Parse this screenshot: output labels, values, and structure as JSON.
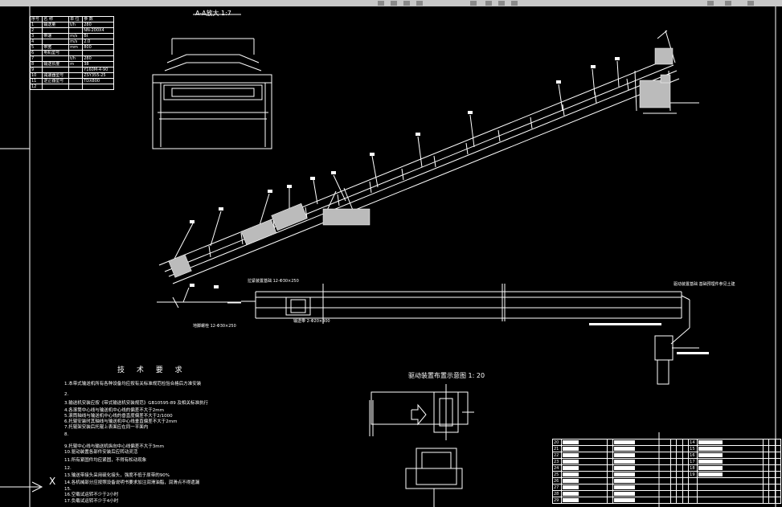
{
  "params_table": {
    "header": [
      "序号",
      "名 称",
      "单 位",
      "参 数"
    ],
    "rows": [
      [
        "1",
        "输送量",
        "t/h",
        "280"
      ],
      [
        "2",
        "",
        "",
        "NN-200X4"
      ],
      [
        "3",
        "带速",
        "m/s",
        "Bt"
      ],
      [
        "4",
        "",
        "m/s",
        "2.0"
      ],
      [
        "5",
        "带宽",
        "mm",
        "800"
      ],
      [
        "6",
        "电机型号",
        "",
        ""
      ],
      [
        "7",
        "",
        "t/h",
        "280"
      ],
      [
        "8",
        "输送长度",
        "m",
        "38"
      ],
      [
        "9",
        "",
        "",
        "Y160M-4-90"
      ],
      [
        "10",
        "减速器型号",
        "",
        "ZSY355-25"
      ],
      [
        "11",
        "逆止器型号",
        "",
        "TDX800"
      ],
      [
        "12",
        "",
        "",
        ""
      ]
    ]
  },
  "section_view": {
    "title": "A-A放大 1:7"
  },
  "plan_labels": {
    "tension_note": "拉紧装置基础 12-Φ30×250",
    "foot_note": "地脚螺栓 12-Φ30×250",
    "belt_note": "输送带 2-Φ20×300",
    "right_note": "驱动装置基础 基础预埋件参见土建"
  },
  "drive_view": {
    "title": "驱动装置布置示意图 1: 20"
  },
  "tech_requirements": {
    "title": "技 术 要 求",
    "items": [
      "1.本带式输送机所有各种设备均应按有关标准规范检验合格后方准安装",
      "2.",
      "3.输送机安装应按《带式输送机安装规范》GB10595-89 及相关标准执行",
      "4.各滚筒中心线与输送机中心线的偏差不大于2mm",
      "5.滚筒轴线与输送机中心线的垂直度偏差不大于2/1000",
      "6.托辊安装时其轴线与输送机中心线垂直偏差不大于2mm",
      "7.托辊架安装后托辊上表面应在同一平面内",
      "8.",
      "9.托辊中心线与输送机纵向中心线偏差不大于3mm",
      "10.驱动装置各部件安装后应转动灵活",
      "11.所有紧固件均应紧固，不得有松动现象",
      "12.",
      "13.输送带接头采用硫化接头，强度不低于原带的90%",
      "14.各机械部分应按照设备说明书要求加注润滑油脂，润滑点不得遗漏",
      "15.",
      "16.空载试运转不少于2小时",
      "17.负载试运转不少于4小时"
    ]
  },
  "bottom_table": {
    "rows_left": [
      "20",
      "21",
      "22",
      "23",
      "24",
      "25",
      "26",
      "27",
      "28",
      "29"
    ],
    "rows_right": [
      "14",
      "15",
      "16",
      "17",
      "18",
      "19"
    ]
  },
  "bottom_left_note": "X"
}
